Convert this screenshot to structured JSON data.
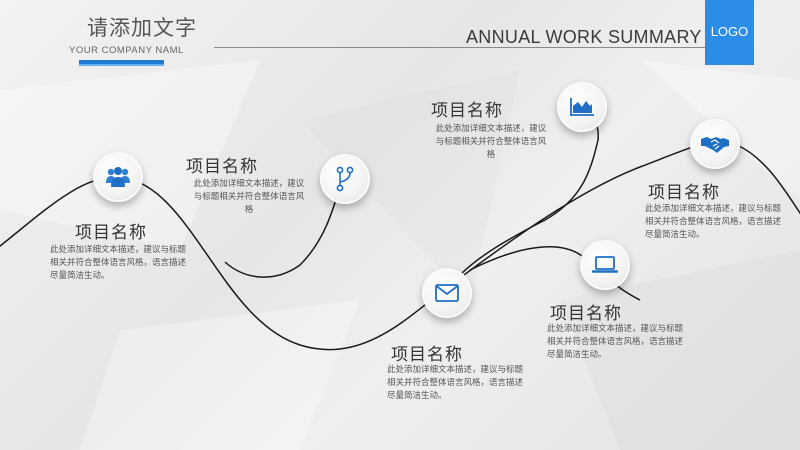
{
  "header": {
    "title_cn": "请添加文字",
    "company": "YOUR COMPANY NAML",
    "annual": "ANNUAL WORK SUMMARY",
    "logo": "LOGO"
  },
  "colors": {
    "accent": "#1f7ad1",
    "logo_bg": "#2c8de6",
    "line": "#1a1a1a"
  },
  "nodes": [
    {
      "icon": "people-icon",
      "title": "项目名称",
      "desc": "此处添加详细文本描述，建议与标题相关并符合整体语言风格，语言描述尽量简洁生动。"
    },
    {
      "icon": "branch-icon",
      "title": "项目名称",
      "desc": "此处添加详细文本描述，建议与标题相关并符合整体语言风格"
    },
    {
      "icon": "mail-icon",
      "title": "项目名称",
      "desc": "此处添加详细文本描述，建议与标题相关并符合整体语言风格，语言描述尽量简洁生动。"
    },
    {
      "icon": "area-chart-icon",
      "title": "项目名称",
      "desc": "此处添加详细文本描述，建议与标题相关并符合整体语言风格"
    },
    {
      "icon": "laptop-icon",
      "title": "项目名称",
      "desc": "此处添加详细文本描述，建议与标题相关并符合整体语言风格，语言描述尽量简洁生动。"
    },
    {
      "icon": "handshake-icon",
      "title": "项目名称",
      "desc": "此处添加详细文本描述，建议与标题相关并符合整体语言风格，语言描述尽量简洁生动。"
    }
  ]
}
